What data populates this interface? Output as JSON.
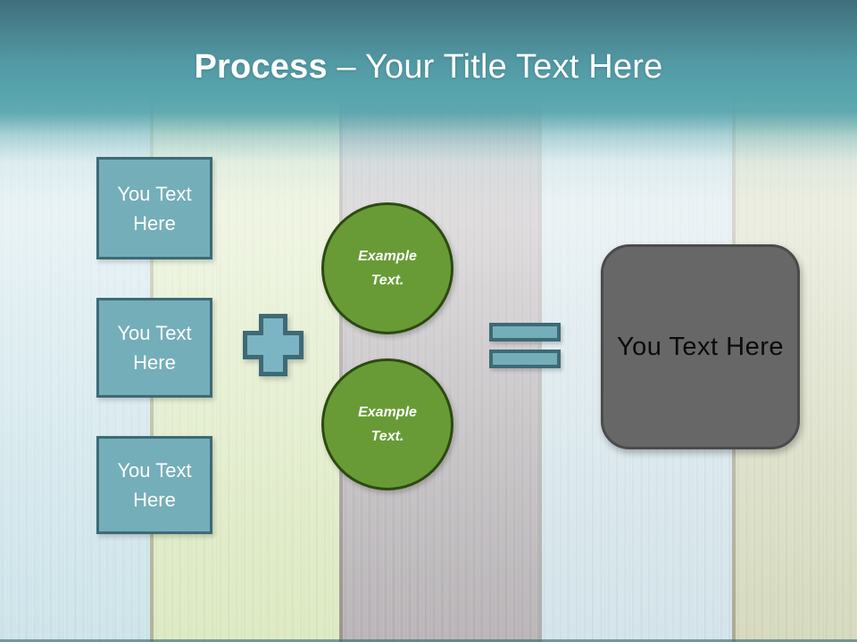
{
  "title": {
    "emphasis": "Process",
    "rest": " – Your Title Text Here"
  },
  "diagram": {
    "input_boxes": [
      {
        "label": "You Text Here"
      },
      {
        "label": "You Text Here"
      },
      {
        "label": "You Text Here"
      }
    ],
    "operators": {
      "plus": "plus-icon",
      "equals": "equals-icon"
    },
    "circles": [
      {
        "label": "Example Text."
      },
      {
        "label": "Example Text."
      }
    ],
    "result_box": {
      "label": "You Text Here"
    }
  },
  "colors": {
    "teal-dark": "#3d6a76",
    "teal-fill": "#74aeb9",
    "green-fill": "#689b36",
    "green-border": "#2c4a11",
    "gray-fill": "#676767",
    "gray-border": "#4b4b4b"
  },
  "background": {
    "planks": [
      "#cde4ea",
      "#dce9c1",
      "#b7b3b6",
      "#d2e3e9",
      "#d5d9bd"
    ]
  }
}
